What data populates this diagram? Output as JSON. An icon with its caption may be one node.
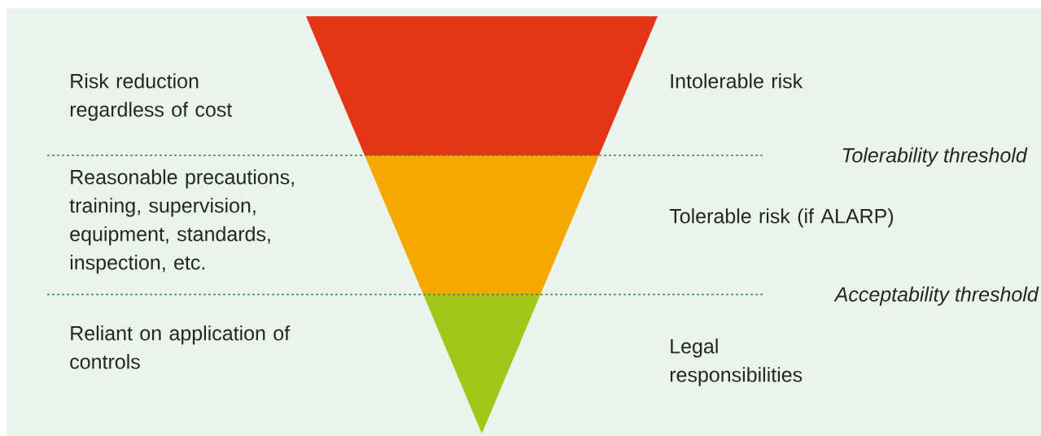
{
  "diagram": {
    "labels": [
      "Risk reduction regardless of cost",
      "Intolerable risk",
      "Tolerability threshold",
      "Reasonable precautions, training, supervision, equipment, standards, inspection, etc.",
      "Tolerable risk (if ALARP)",
      "Acceptability threshold",
      "Reliant on application of controls",
      "Legal responsibilities"
    ]
  }
}
